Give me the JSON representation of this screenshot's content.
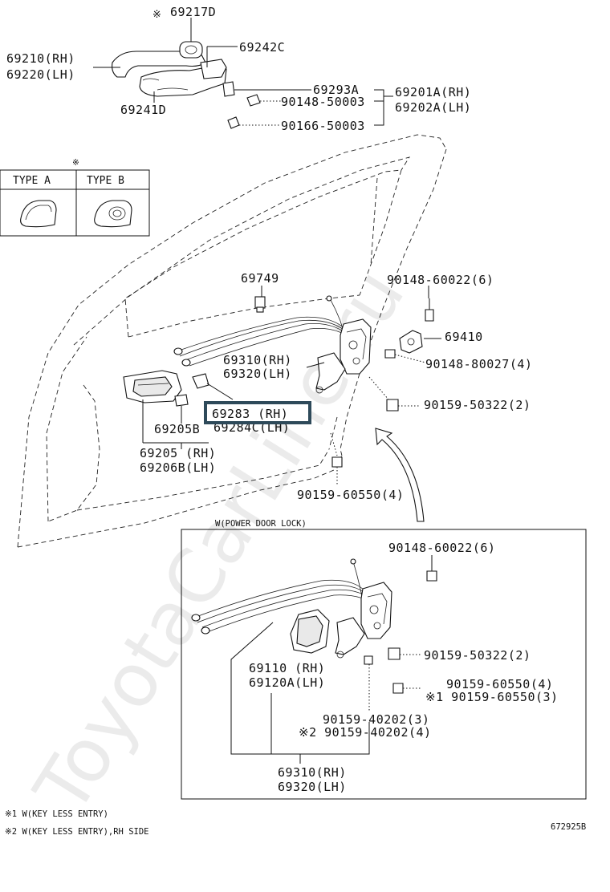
{
  "watermark": "ToyotaCarLine.ru",
  "labels": {
    "p69217D": "69217D",
    "mark_69217D": "※",
    "p69210": "69210(RH)",
    "p69220": "69220(LH)",
    "p69242C": "69242C",
    "p69241D": "69241D",
    "p69293A": "69293A",
    "p90148_50003": "90148-50003",
    "p90166_50003": "90166-50003",
    "p69201A": "69201A(RH)",
    "p69202A": "69202A(LH)",
    "mark_types": "※",
    "type_a": "TYPE A",
    "type_b": "TYPE B",
    "p69749": "69749",
    "p90148_60022_top": "90148-60022(6)",
    "p69410": "69410",
    "p69310_top": "69310(RH)",
    "p69320_top": "69320(LH)",
    "p90148_80027": "90148-80027(4)",
    "p90159_50322_top": "90159-50322(2)",
    "p69283": "69283 (RH)",
    "p69205B": "69205B",
    "p69284C": "69284C(LH)",
    "p69205": "69205 (RH)",
    "p69206B": "69206B(LH)",
    "p90159_60550_top": "90159-60550(4)",
    "power_title": "W(POWER DOOR LOCK)",
    "p90148_60022_bot": "90148-60022(6)",
    "p90159_50322_bot": "90159-50322(2)",
    "p69110": "69110 (RH)",
    "p69120A": "69120A(LH)",
    "p90159_60550_bot": "90159-60550(4)",
    "p90159_60550_bot2": "※1 90159-60550(3)",
    "p90159_40202": "90159-40202(3)",
    "p90159_40202_2": "※2 90159-40202(4)",
    "p69310_bot": "69310(RH)",
    "p69320_bot": "69320(LH)",
    "note1": "※1 W(KEY LESS ENTRY)",
    "note2": "※2 W(KEY LESS ENTRY),RH SIDE",
    "figure_id": "672925B"
  },
  "highlight_color": "#2e4a5a"
}
